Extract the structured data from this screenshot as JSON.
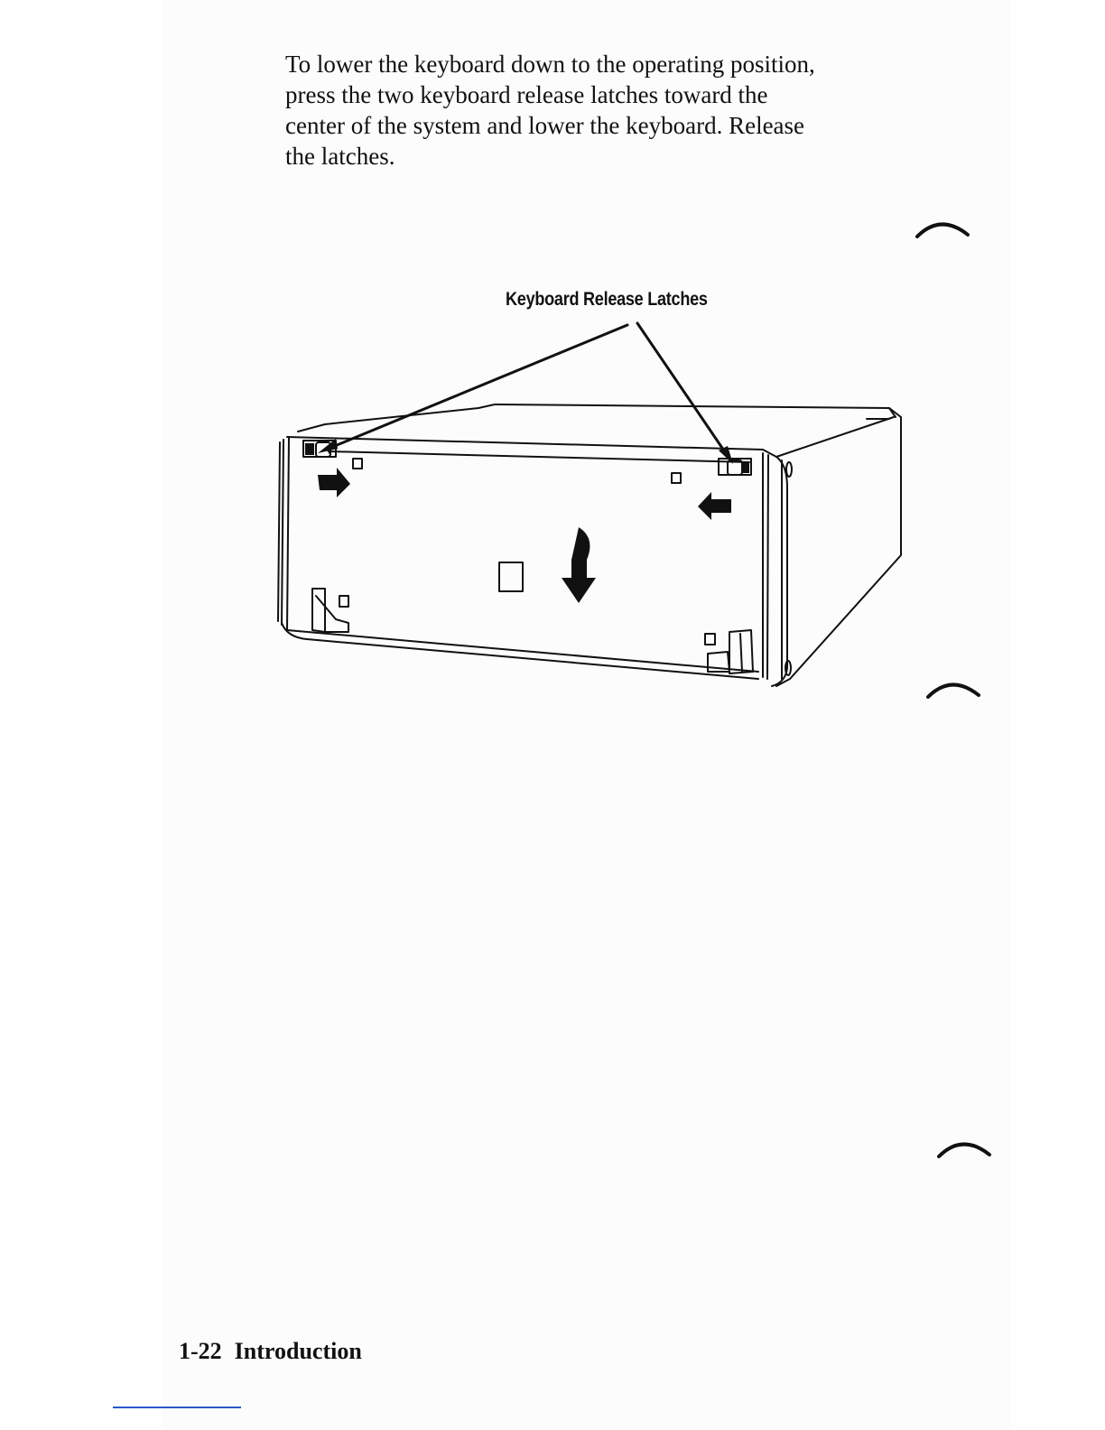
{
  "body": {
    "lines": [
      "To lower the keyboard down to the operating position,",
      "press the two keyboard release latches toward the",
      "center of the system and lower the keyboard. Release",
      "the latches."
    ]
  },
  "figure": {
    "label": "Keyboard Release Latches"
  },
  "footer": {
    "page_number": "1-22",
    "section": "Introduction"
  },
  "colors": {
    "ink": "#111111",
    "bottom_rule": "#2b57c9"
  }
}
